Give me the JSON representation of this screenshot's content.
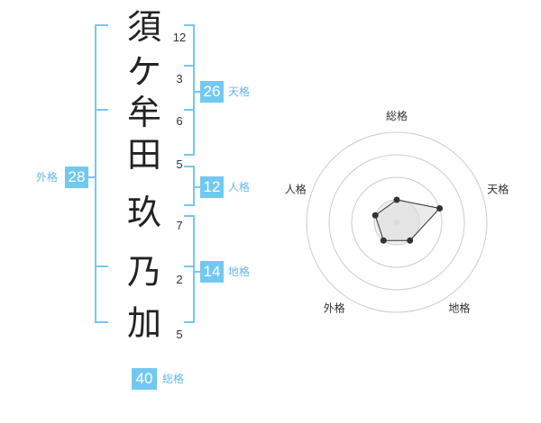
{
  "name_chars": [
    {
      "char": "須",
      "strokes": "12"
    },
    {
      "char": "ケ",
      "strokes": "3"
    },
    {
      "char": "牟",
      "strokes": "6"
    },
    {
      "char": "田",
      "strokes": "5"
    },
    {
      "char": "玖",
      "strokes": "7"
    },
    {
      "char": "乃",
      "strokes": "2"
    },
    {
      "char": "加",
      "strokes": "5"
    }
  ],
  "grades": {
    "tenkaku": {
      "value": "26",
      "label": "天格"
    },
    "jinkaku": {
      "value": "12",
      "label": "人格"
    },
    "chikaku": {
      "value": "14",
      "label": "地格"
    },
    "gaikaku": {
      "value": "28",
      "label": "外格"
    },
    "soukaku": {
      "value": "40",
      "label": "総格"
    }
  },
  "colors": {
    "accent": "#73c8f0",
    "bracket": "#73c8f0",
    "label": "#63b9e8"
  },
  "chart_data": {
    "type": "radar",
    "axes": [
      "総格",
      "天格",
      "地格",
      "外格",
      "人格"
    ],
    "range": [
      0,
      4
    ],
    "values": [
      1,
      2,
      1,
      1,
      1
    ]
  }
}
